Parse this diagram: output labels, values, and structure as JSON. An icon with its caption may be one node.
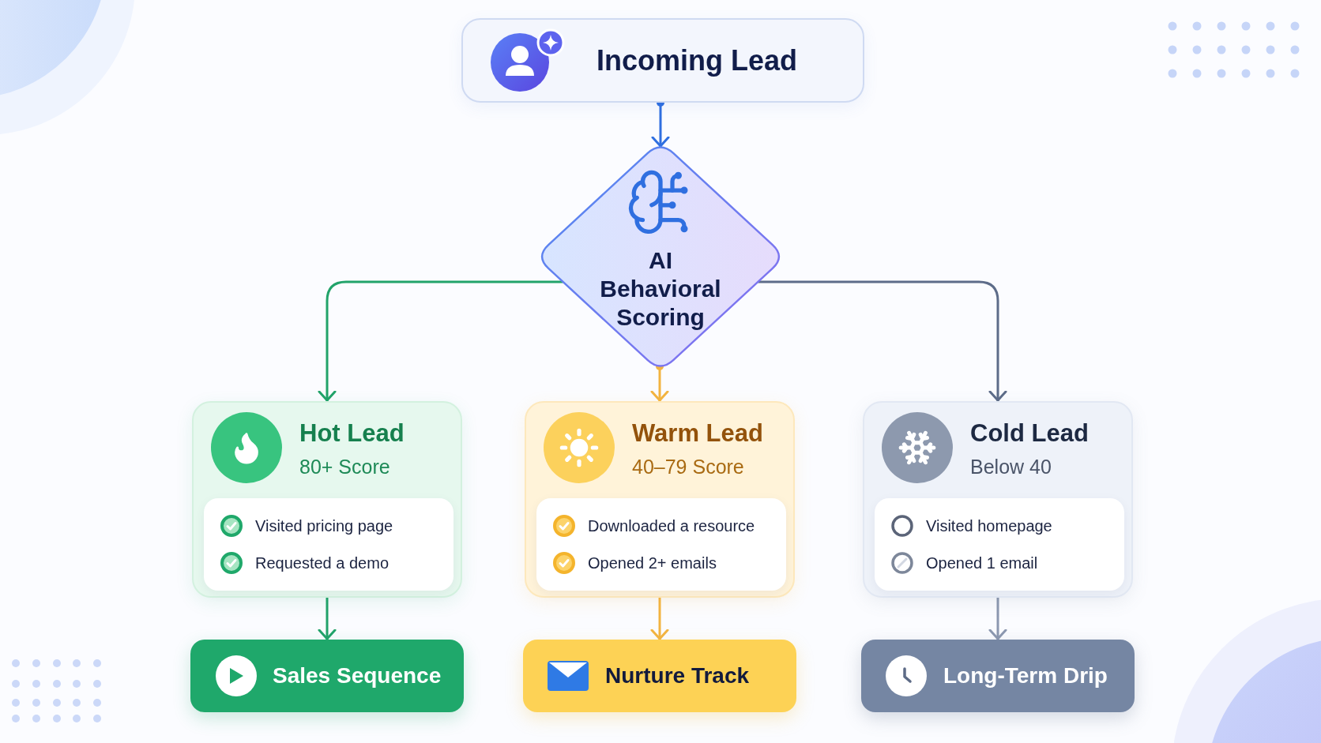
{
  "diagram": {
    "nodes": [
      {
        "text": [
          "Incoming Lead"
        ]
      },
      {
        "text": [
          "AI Behavioral Scoring"
        ]
      },
      {
        "text": [
          "Hot Lead",
          "80+ Score"
        ]
      },
      {
        "text": [
          "Visited pricing page",
          "Requested a demo"
        ],
        "in": 2
      },
      {
        "text": [
          "Warm Lead",
          "40–79 Score"
        ]
      },
      {
        "text": [
          "Downloaded a resource",
          "Opened 2+ emails"
        ],
        "in": 4
      },
      {
        "text": [
          "Cold Lead",
          "Below 40"
        ]
      },
      {
        "text": [
          "Visited homepage",
          "Opened 1 email"
        ],
        "in": 6
      },
      {
        "text": [
          "Sales Sequence"
        ]
      },
      {
        "text": [
          "Nurture Track"
        ]
      },
      {
        "text": [
          "Long-Term Drip"
        ]
      }
    ],
    "edges": [
      {
        "from": 0,
        "to": 1,
        "arrow": "to",
        "color": "#2f6fe0"
      },
      {
        "from": 1,
        "to": 2,
        "arrow": "to",
        "color": "#22a36a"
      },
      {
        "from": 1,
        "to": 4,
        "arrow": "to",
        "color": "#f2b441"
      },
      {
        "from": 1,
        "to": 6,
        "arrow": "to",
        "color": "#5d6c89"
      },
      {
        "from": 2,
        "to": 8,
        "arrow": "to",
        "color": "#22a36a"
      },
      {
        "from": 4,
        "to": 9,
        "arrow": "to",
        "color": "#f2b441"
      },
      {
        "from": 6,
        "to": 10,
        "arrow": "to",
        "color": "#8c98b0"
      }
    ]
  }
}
